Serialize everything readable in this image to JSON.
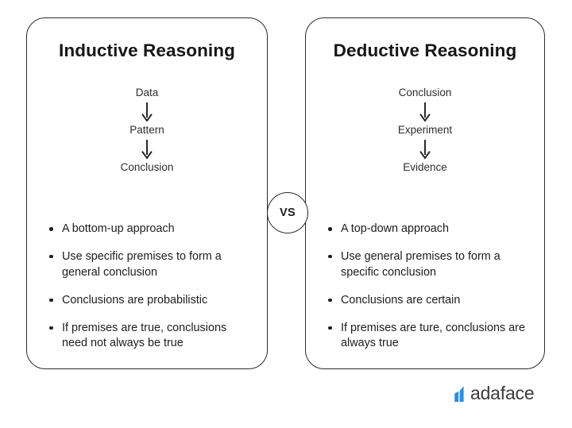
{
  "theme": {
    "background": "#ffffff",
    "card_border": "#2b2b2b",
    "text": "#1d1d1d",
    "title_text": "#161616",
    "logo_blue": "#2a8fe0",
    "logo_text": "#3b3b3b"
  },
  "left_card": {
    "title": "Inductive Reasoning",
    "flow": [
      "Data",
      "Pattern",
      "Conclusion"
    ],
    "bullets": [
      "A bottom-up approach",
      "Use specific premises to form a general conclusion",
      "Conclusions are probabilistic",
      "If premises are true, conclusions need not always be true"
    ]
  },
  "right_card": {
    "title": "Deductive Reasoning",
    "flow": [
      "Conclusion",
      "Experiment",
      "Evidence"
    ],
    "bullets": [
      "A top-down approach",
      "Use general premises to form a specific conclusion",
      "Conclusions are certain",
      "If premises are ture, conclusions are always true"
    ]
  },
  "vs_badge": {
    "label": "VS"
  },
  "logo": {
    "text": "adaface",
    "mark": "bar-chart-mark"
  },
  "icons": {
    "down_arrow": "arrow-down-icon"
  }
}
